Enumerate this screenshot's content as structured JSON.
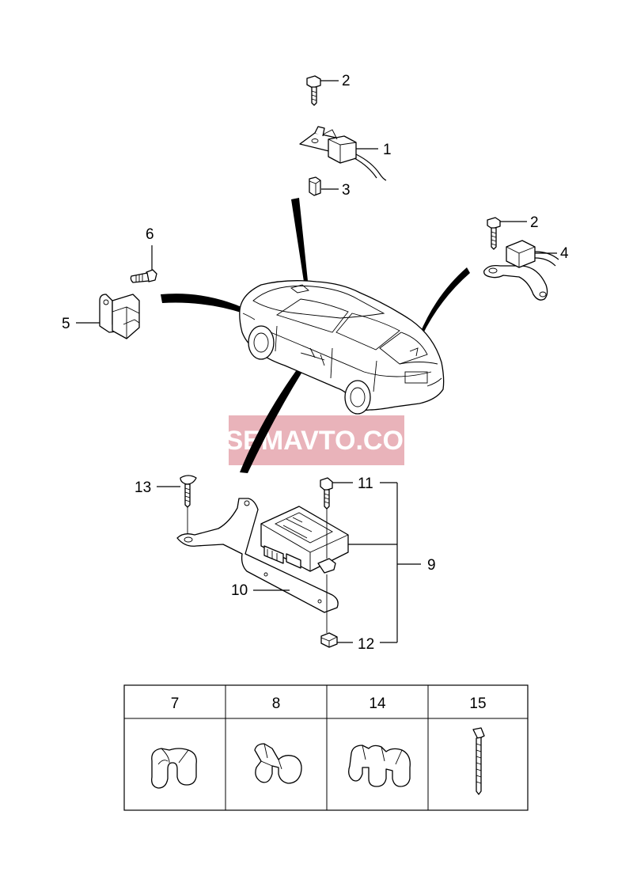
{
  "callouts": {
    "c1": "1",
    "c2a": "2",
    "c2b": "2",
    "c3": "3",
    "c4": "4",
    "c5": "5",
    "c6": "6",
    "c9": "9",
    "c10": "10",
    "c11": "11",
    "c12": "12",
    "c13": "13"
  },
  "watermark": {
    "text": "VSEMAVTO.COM",
    "color": "#e9b3ba"
  },
  "clip_table": {
    "headers": [
      "7",
      "8",
      "14",
      "15"
    ],
    "icons": [
      "single-clip-icon",
      "double-clip-icon",
      "double-clip-wide-icon",
      "cable-tie-icon"
    ]
  }
}
